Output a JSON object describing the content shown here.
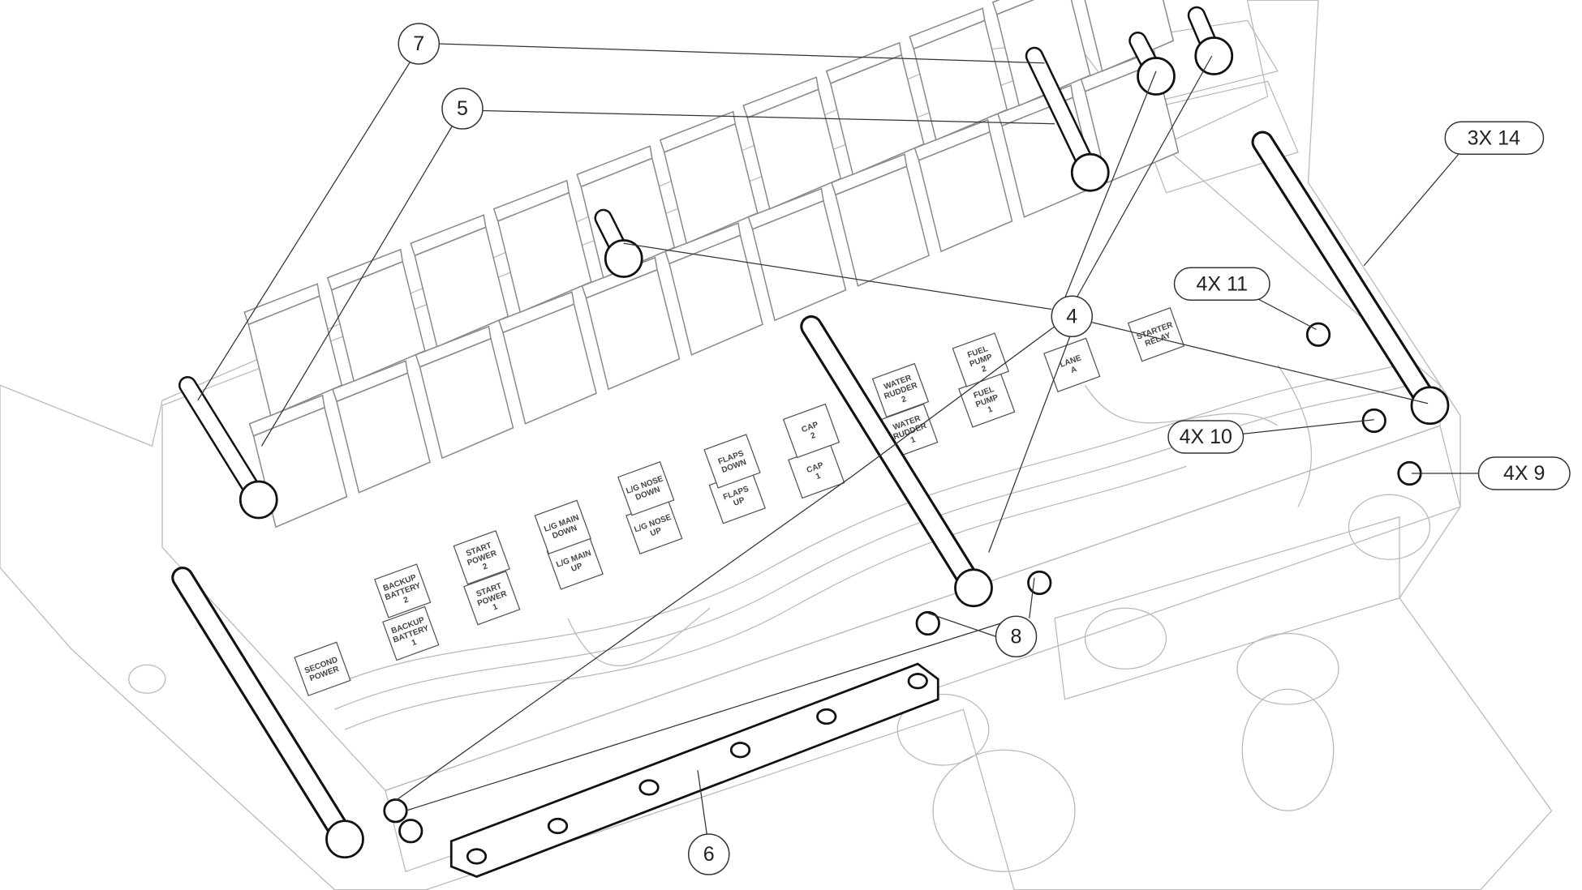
{
  "callouts": {
    "c7": "7",
    "c5": "5",
    "c4": "4",
    "c8": "8",
    "c6": "6",
    "c14": "3X 14",
    "c11": "4X 11",
    "c10": "4X 10",
    "c9": "4X 9"
  },
  "relay_labels": [
    {
      "lines": [
        "SECOND",
        "POWER"
      ]
    },
    {
      "lines": [
        "BACKUP",
        "BATTERY",
        "1"
      ]
    },
    {
      "lines": [
        "BACKUP",
        "BATTERY",
        "2"
      ]
    },
    {
      "lines": [
        "START",
        "POWER",
        "1"
      ]
    },
    {
      "lines": [
        "START",
        "POWER",
        "2"
      ]
    },
    {
      "lines": [
        "L/G MAIN",
        "UP"
      ]
    },
    {
      "lines": [
        "L/G MAIN",
        "DOWN"
      ]
    },
    {
      "lines": [
        "L/G NOSE",
        "UP"
      ]
    },
    {
      "lines": [
        "L/G NOSE",
        "DOWN"
      ]
    },
    {
      "lines": [
        "FLAPS",
        "UP"
      ]
    },
    {
      "lines": [
        "FLAPS",
        "DOWN"
      ]
    },
    {
      "lines": [
        "CAP",
        "1"
      ]
    },
    {
      "lines": [
        "CAP",
        "2"
      ]
    },
    {
      "lines": [
        "WATER",
        "RUDDER",
        "1"
      ]
    },
    {
      "lines": [
        "WATER",
        "RUDDER",
        "2"
      ]
    },
    {
      "lines": [
        "FUEL",
        "PUMP",
        "1"
      ]
    },
    {
      "lines": [
        "FUEL",
        "PUMP",
        "2"
      ]
    },
    {
      "lines": [
        "LANE",
        "A"
      ]
    },
    {
      "lines": [
        "STARTER",
        "RELAY"
      ]
    }
  ]
}
